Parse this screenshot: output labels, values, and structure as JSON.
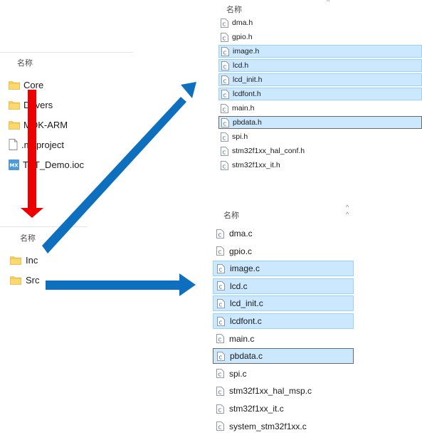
{
  "column_header": "名称",
  "sort_indicator": "^",
  "sort_indicator_2": "^ ^",
  "root_folder": {
    "items": [
      {
        "label": "Core",
        "icon": "folder-icon"
      },
      {
        "label": "Drivers",
        "icon": "folder-icon"
      },
      {
        "label": "MDK-ARM",
        "icon": "folder-icon"
      },
      {
        "label": ".mxproject",
        "icon": "file-icon"
      },
      {
        "label": "TFT_Demo.ioc",
        "icon": "mx-file-icon"
      }
    ]
  },
  "core_folder": {
    "items": [
      {
        "label": "Inc",
        "icon": "folder-icon"
      },
      {
        "label": "Src",
        "icon": "folder-icon"
      }
    ]
  },
  "inc_folder": {
    "items": [
      {
        "label": "dma.h",
        "state": "normal"
      },
      {
        "label": "gpio.h",
        "state": "normal"
      },
      {
        "label": "image.h",
        "state": "selected"
      },
      {
        "label": "lcd.h",
        "state": "selected"
      },
      {
        "label": "lcd_init.h",
        "state": "selected"
      },
      {
        "label": "lcdfont.h",
        "state": "selected"
      },
      {
        "label": "main.h",
        "state": "normal"
      },
      {
        "label": "pbdata.h",
        "state": "focused"
      },
      {
        "label": "spi.h",
        "state": "normal"
      },
      {
        "label": "stm32f1xx_hal_conf.h",
        "state": "normal"
      },
      {
        "label": "stm32f1xx_it.h",
        "state": "normal"
      }
    ]
  },
  "src_folder": {
    "items": [
      {
        "label": "dma.c",
        "state": "normal"
      },
      {
        "label": "gpio.c",
        "state": "normal"
      },
      {
        "label": "image.c",
        "state": "selected"
      },
      {
        "label": "lcd.c",
        "state": "selected"
      },
      {
        "label": "lcd_init.c",
        "state": "selected"
      },
      {
        "label": "lcdfont.c",
        "state": "selected"
      },
      {
        "label": "main.c",
        "state": "normal"
      },
      {
        "label": "pbdata.c",
        "state": "focused"
      },
      {
        "label": "spi.c",
        "state": "normal"
      },
      {
        "label": "stm32f1xx_hal_msp.c",
        "state": "normal"
      },
      {
        "label": "stm32f1xx_it.c",
        "state": "normal"
      },
      {
        "label": "system_stm32f1xx.c",
        "state": "normal"
      }
    ]
  },
  "colors": {
    "red_arrow": "#ee0000",
    "blue_arrow": "#0f6fbf",
    "selection_fill": "#cce8ff",
    "selection_border": "#99d1ff",
    "folder": "#f8d064"
  },
  "mx_badge": "MX"
}
